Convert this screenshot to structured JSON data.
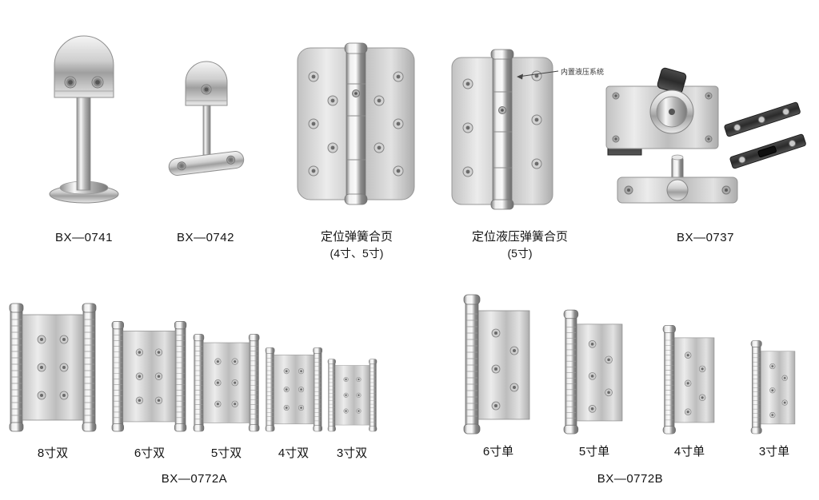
{
  "page": {
    "background": "#ffffff"
  },
  "products_top": {
    "clamp_floor": {
      "label": "BX—0741"
    },
    "clamp_plate": {
      "label": "BX—0742"
    },
    "spring_hinge": {
      "label": "定位弹簧合页",
      "sublabel": "(4寸、5寸)"
    },
    "hydraulic_hinge": {
      "label": "定位液压弹簧合页",
      "sublabel": "(5寸)",
      "callout": "内置液压系统"
    },
    "floor_spring": {
      "label": "BX—0737"
    }
  },
  "double_hinges": {
    "group_label": "BX—0772A",
    "sizes": [
      {
        "label": "8寸双"
      },
      {
        "label": "6寸双"
      },
      {
        "label": "5寸双"
      },
      {
        "label": "4寸双"
      },
      {
        "label": "3寸双"
      }
    ]
  },
  "single_hinges": {
    "group_label": "BX—0772B",
    "sizes": [
      {
        "label": "6寸单"
      },
      {
        "label": "5寸单"
      },
      {
        "label": "4寸单"
      },
      {
        "label": "3寸单"
      }
    ]
  },
  "colors": {
    "metal_light": "#ececec",
    "metal_dark": "#7d7d7d",
    "dark_part": "#2b2b2b"
  }
}
